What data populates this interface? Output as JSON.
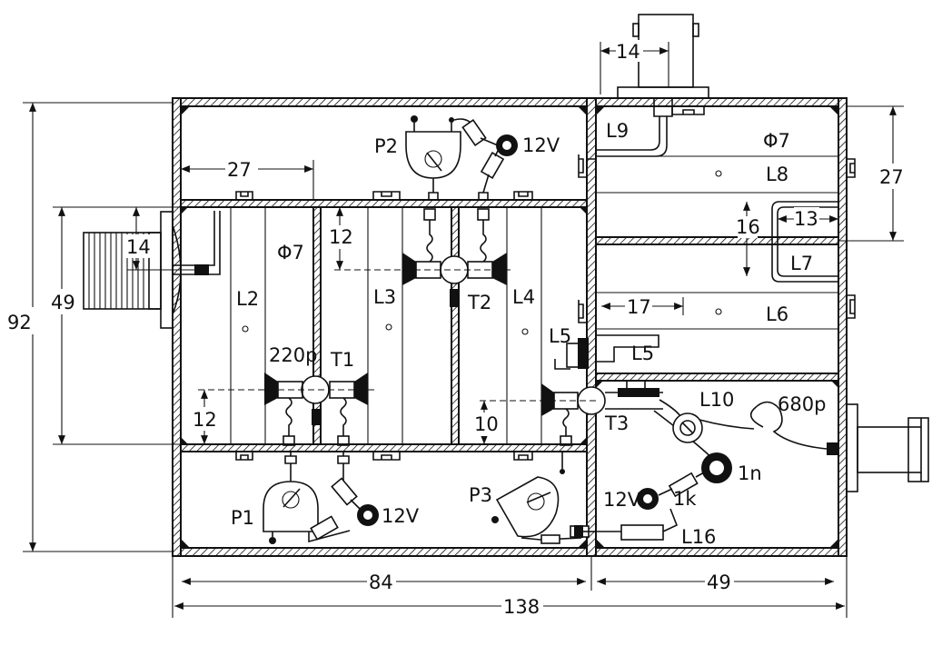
{
  "dimensions": {
    "overall_height": "92",
    "inner_height": "49",
    "overall_width": "138",
    "left_section_width": "84",
    "right_section_width": "49",
    "top_compartment_width": "27",
    "right_top_height": "27",
    "input_connector_offset": "14",
    "top_connector_width": "14",
    "coupling_offset_upper": "12",
    "coupling_offset_lower_left": "12",
    "coupling_offset_lower_right": "10",
    "loop_height": "16",
    "loop_width": "13",
    "l6_width": "17"
  },
  "labels": {
    "l2": "L2",
    "l3": "L3",
    "l4": "L4",
    "l5_left": "L5",
    "l5_right": "L5",
    "l6": "L6",
    "l7": "L7",
    "l8": "L8",
    "l9": "L9",
    "l10": "L10",
    "l16": "L16",
    "t1": "T1",
    "t2": "T2",
    "t3": "T3",
    "p1": "P1",
    "p2": "P2",
    "p3": "P3",
    "hole_left": "Φ7",
    "hole_right": "Φ7",
    "cap_220p": "220p",
    "cap_680p": "680p",
    "cap_1n": "1n",
    "res_1k": "1k",
    "supply_p1": "12V",
    "supply_p2": "12V",
    "supply_right": "12V"
  }
}
